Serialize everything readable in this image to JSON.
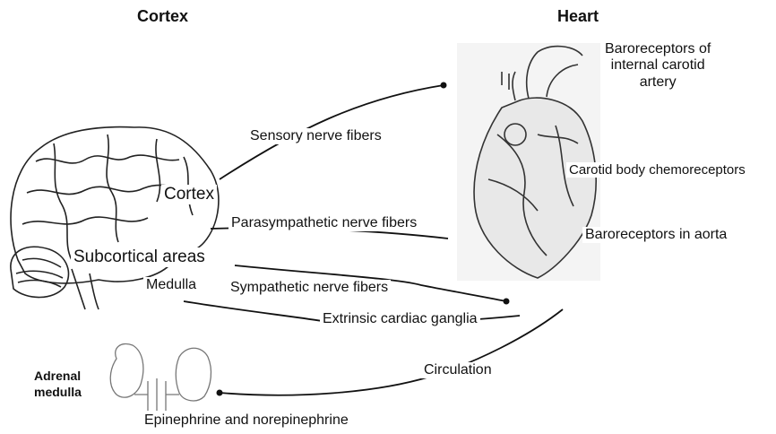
{
  "headers": {
    "left": "Cortex",
    "right": "Heart"
  },
  "labels": {
    "sensory": "Sensory nerve fibers",
    "parasympathetic": "Parasympathetic nerve fibers",
    "sympathetic": "Sympathetic nerve fibers",
    "ganglia": "Extrinsic cardiac ganglia",
    "circulation": "Circulation",
    "cortex": "Cortex",
    "subcortical": "Subcortical areas",
    "medulla": "Medulla",
    "baro_carotid_1": "Baroreceptors of",
    "baro_carotid_2": "internal carotid",
    "baro_carotid_3": "artery",
    "chemo": "Carotid body chemoreceptors",
    "baro_aorta": "Baroreceptors in aorta",
    "adrenal_1": "Adrenal",
    "adrenal_2": "medulla",
    "epinephrine": "Epinephrine and norepinephrine"
  }
}
